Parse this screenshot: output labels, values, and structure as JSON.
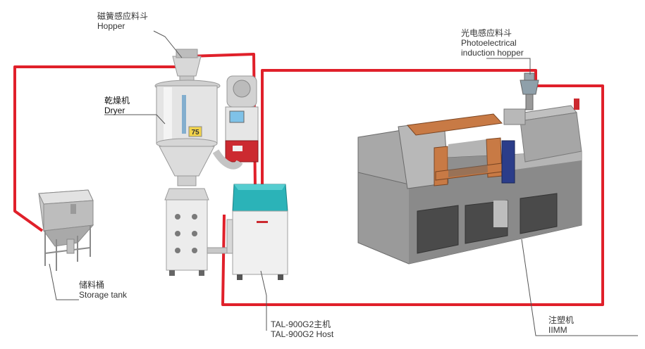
{
  "labels": {
    "hopper": {
      "cn": "磁簧感应料斗",
      "en": "Hopper"
    },
    "dryer": {
      "cn": "乾燥机",
      "en": "Dryer"
    },
    "photo_hopper": {
      "cn": "光电感应料斗",
      "en1": "Photoelectrical",
      "en2": "induction hopper"
    },
    "storage_tank": {
      "cn": "储料桶",
      "en": "Storage tank"
    },
    "host": {
      "cn": "TAL-900G2主机",
      "en": "TAL-900G2 Host"
    },
    "imm": {
      "cn": "注塑机",
      "en": "IIMM"
    }
  },
  "dryer_badge": "75",
  "colors": {
    "pipe": "#e0202a",
    "host_lid": "#2bb3b8",
    "leader": "#555555",
    "machine_body": "#9a9a9a",
    "machine_dark": "#4a4a4a",
    "mold_plate": "#c87a45"
  }
}
